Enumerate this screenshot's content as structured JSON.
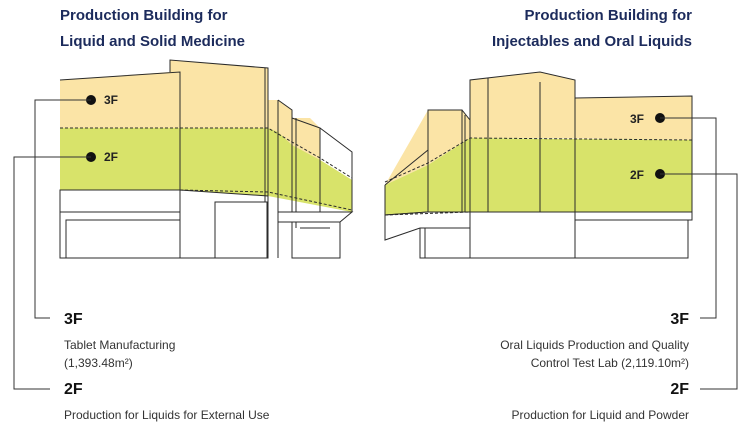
{
  "left_building": {
    "title_line1": "Production Building for",
    "title_line2": "Liquid and Solid Medicine",
    "marker_3f": "3F",
    "marker_2f": "2F",
    "floor3": {
      "label": "3F",
      "desc_line1": "Tablet Manufacturing",
      "desc_line2": "(1,393.48m²)"
    },
    "floor2": {
      "label": "2F",
      "desc_line1": "Production for Liquids for External Use"
    }
  },
  "right_building": {
    "title_line1": "Production Building for",
    "title_line2": "Injectables and Oral Liquids",
    "marker_3f": "3F",
    "marker_2f": "2F",
    "floor3": {
      "label": "3F",
      "desc_line1": "Oral Liquids Production and Quality",
      "desc_line2": "Control Test Lab (2,119.10m²)"
    },
    "floor2": {
      "label": "2F",
      "desc_line1": "Production for Liquid and Powder"
    }
  },
  "colors": {
    "floor3_fill": "#fbe4a6",
    "floor2_fill": "#d8e36a",
    "outline": "#2b2b2b",
    "title": "#1c2b5c"
  }
}
